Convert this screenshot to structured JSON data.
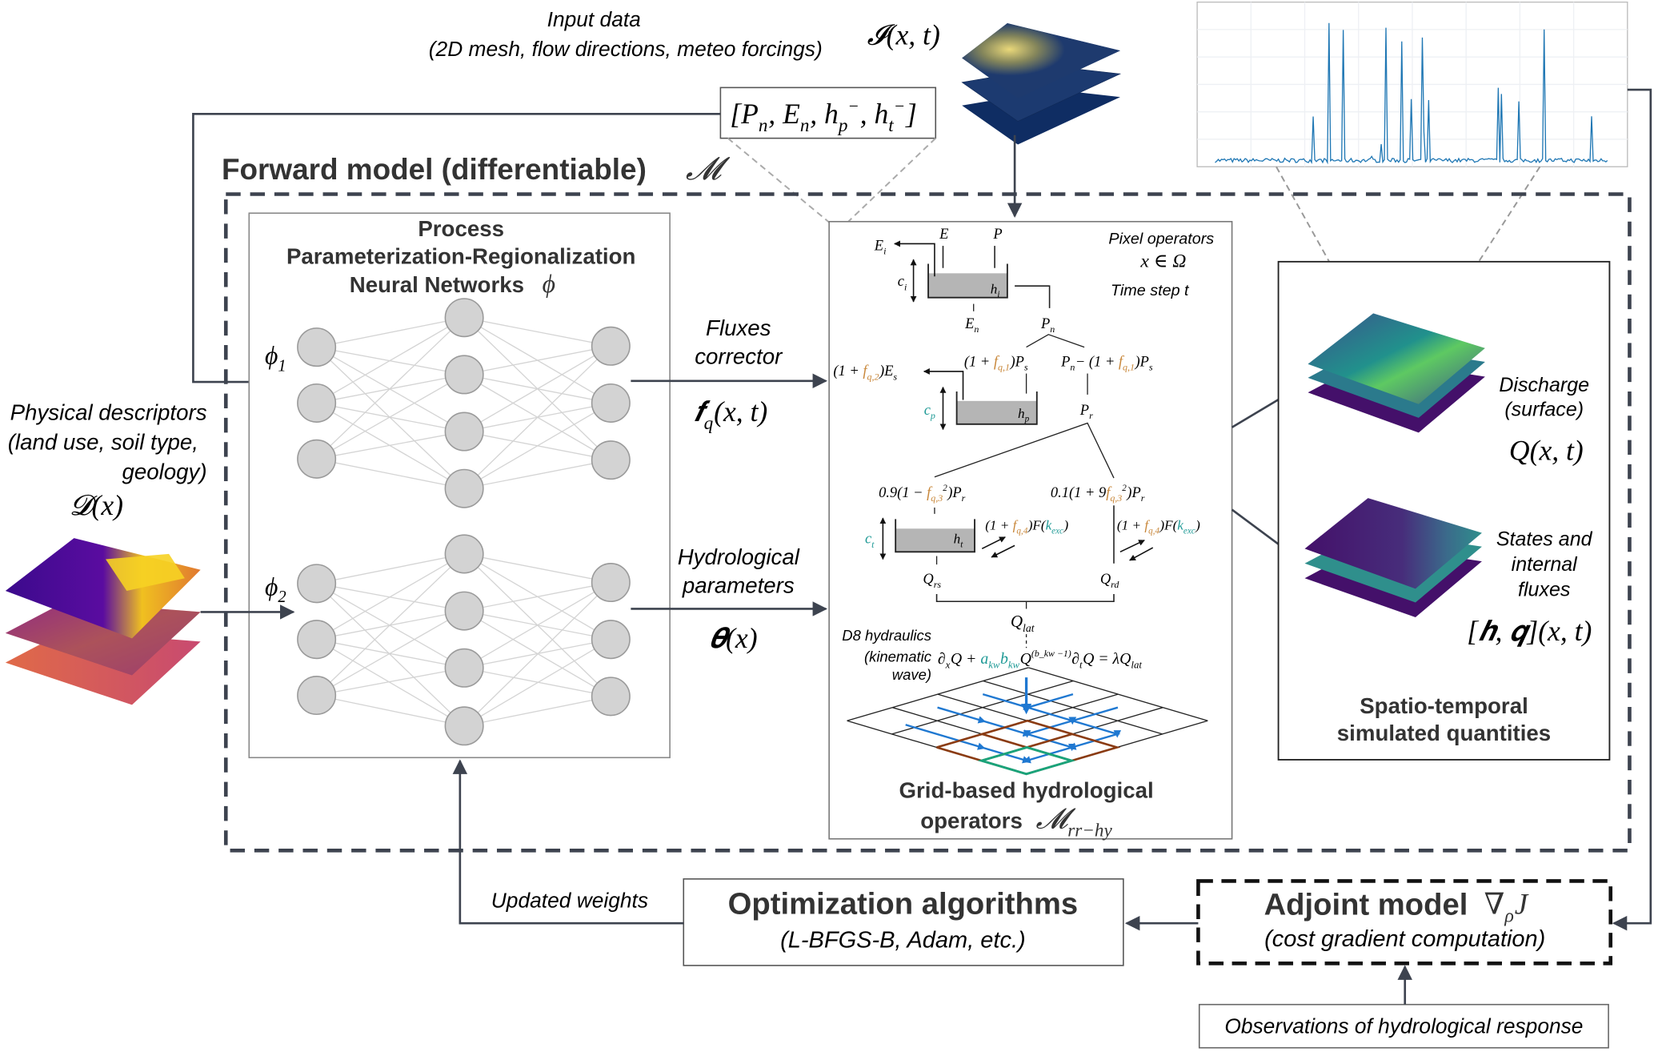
{
  "input": {
    "line1": "Input data",
    "line2": "(2D mesh, flow directions, meteo forcings)",
    "symbol": [
      {
        "t": "𝓘"
      },
      {
        "t": "(x, t)"
      }
    ]
  },
  "forcings_bracket": [
    {
      "t": "[P",
      "s": "n"
    },
    {
      "t": ", E",
      "s": "n"
    },
    {
      "t": ", h",
      "s": "p",
      "sup": "−"
    },
    {
      "t": ", h",
      "s": "t",
      "sup": "−"
    },
    {
      "t": " ]"
    }
  ],
  "forward_title": "Forward model (differentiable)",
  "forward_symbol": "𝓜",
  "nn": {
    "title": [
      "Process",
      "Parameterization-Regionalization",
      "Neural Networks"
    ],
    "phi": "ϕ",
    "phi1": [
      {
        "t": "ϕ",
        "s": "1"
      }
    ],
    "phi2": [
      {
        "t": "ϕ",
        "s": "2"
      }
    ]
  },
  "descriptors": {
    "lines": [
      "Physical descriptors",
      "(land use, soil type,",
      "geology)"
    ],
    "symbol": [
      {
        "t": "𝓓"
      },
      {
        "t": "(x)"
      }
    ]
  },
  "fluxes": {
    "lines": [
      "Fluxes",
      "corrector"
    ],
    "symbol": [
      {
        "t": "𝒇",
        "s": "q"
      },
      {
        "t": "(x, t)"
      }
    ]
  },
  "params": {
    "lines": [
      "Hydrological",
      "parameters"
    ],
    "symbol": [
      {
        "t": "𝜽"
      },
      {
        "t": "(x)"
      }
    ]
  },
  "operators": {
    "pixel_label": "Pixel operators",
    "domain": "x ∈ Ω",
    "time_step": "Time step  t",
    "E": "E",
    "P": "P",
    "Ei": [
      {
        "t": "E",
        "s": "i"
      }
    ],
    "ci": [
      {
        "t": "c",
        "s": "i"
      }
    ],
    "hi": [
      {
        "t": "h",
        "s": "i"
      }
    ],
    "En": [
      {
        "t": "E",
        "s": "n"
      }
    ],
    "Pn": [
      {
        "t": "P",
        "s": "n"
      }
    ],
    "Ps_expr": [
      {
        "t": "(1 + ",
        "c": "k"
      },
      {
        "t": "f",
        "s": "q,1",
        "c": "o"
      },
      {
        "t": ")P",
        "s": "s"
      }
    ],
    "Pr_expr": [
      {
        "t": "P",
        "s": "n"
      },
      {
        "t": " − (1 + "
      },
      {
        "t": "f",
        "s": "q,1",
        "c": "o"
      },
      {
        "t": ")P",
        "s": "s"
      }
    ],
    "Es_expr": [
      {
        "t": "(1 + "
      },
      {
        "t": "f",
        "s": "q,2",
        "c": "o"
      },
      {
        "t": ")E",
        "s": "s"
      }
    ],
    "cp": [
      {
        "t": "c",
        "s": "p",
        "c": "t"
      }
    ],
    "hp": [
      {
        "t": "h",
        "s": "p"
      }
    ],
    "Pr": [
      {
        "t": "P",
        "s": "r"
      }
    ],
    "rs_expr": [
      {
        "t": "0.9(1 − "
      },
      {
        "t": "f",
        "s": "q,3",
        "sup": "2",
        "c": "o"
      },
      {
        "t": ")P",
        "s": "r"
      }
    ],
    "rd_expr": [
      {
        "t": "0.1(1 + 9"
      },
      {
        "t": "f",
        "s": "q,3",
        "sup": "2",
        "c": "o"
      },
      {
        "t": ")P",
        "s": "r"
      }
    ],
    "ct": [
      {
        "t": "c",
        "s": "t",
        "c": "t"
      }
    ],
    "ht": [
      {
        "t": "h",
        "s": "t"
      }
    ],
    "exc_expr": [
      {
        "t": "(1 + "
      },
      {
        "t": "f",
        "s": "q,4",
        "c": "o"
      },
      {
        "t": ")F("
      },
      {
        "t": "k",
        "s": "exc",
        "c": "t"
      },
      {
        "t": ")"
      }
    ],
    "Qrs": [
      {
        "t": "Q",
        "s": "rs"
      }
    ],
    "Qrd": [
      {
        "t": "Q",
        "s": "rd"
      }
    ],
    "Qlat": [
      {
        "t": "Q",
        "s": "lat"
      }
    ],
    "d8_lines": [
      "D8 hydraulics",
      "(kinematic",
      "wave)"
    ],
    "kw_expr": [
      {
        "t": "∂",
        "s": "x"
      },
      {
        "t": "Q + "
      },
      {
        "t": "a",
        "s": "kw",
        "c": "t"
      },
      {
        "t": "b",
        "s": "kw",
        "c": "t"
      },
      {
        "t": "Q",
        "sup": "(b_kw −1)"
      },
      {
        "t": "∂",
        "s": "t"
      },
      {
        "t": "Q = λQ",
        "s": "lat"
      }
    ],
    "title": [
      "Grid-based hydrological",
      "operators"
    ],
    "title_symbol": [
      {
        "t": "𝓜",
        "s": "rr−hy"
      }
    ]
  },
  "outputs": {
    "discharge_lines": [
      "Discharge",
      "(surface)"
    ],
    "discharge_symbol": [
      {
        "t": "Q(x, t)"
      }
    ],
    "states_lines": [
      "States and",
      "internal",
      "fluxes"
    ],
    "states_symbol": [
      {
        "t": "["
      },
      {
        "t": "𝒉, 𝒒",
        "c": "k"
      },
      {
        "t": "](x, t)"
      }
    ],
    "title": [
      "Spatio-temporal",
      "simulated quantities"
    ]
  },
  "optimization": {
    "title": "Optimization algorithms",
    "subtitle": "(L-BFGS-B, Adam, etc.)"
  },
  "adjoint": {
    "title": "Adjoint model",
    "symbol": [
      {
        "t": "∇",
        "s": "ρ"
      },
      {
        "t": "J"
      }
    ],
    "subtitle": "(cost gradient computation)"
  },
  "observations": "Observations of hydrological response",
  "updated_weights": "Updated weights",
  "colors": {
    "orange": "#c8873a",
    "teal": "#1f9a96",
    "flow_blue": "#1f78d1",
    "frame": "#3d434f",
    "node_fill": "#d3d3d3",
    "grid_brown": "#8a3b12",
    "grid_green": "#1aa37a"
  }
}
